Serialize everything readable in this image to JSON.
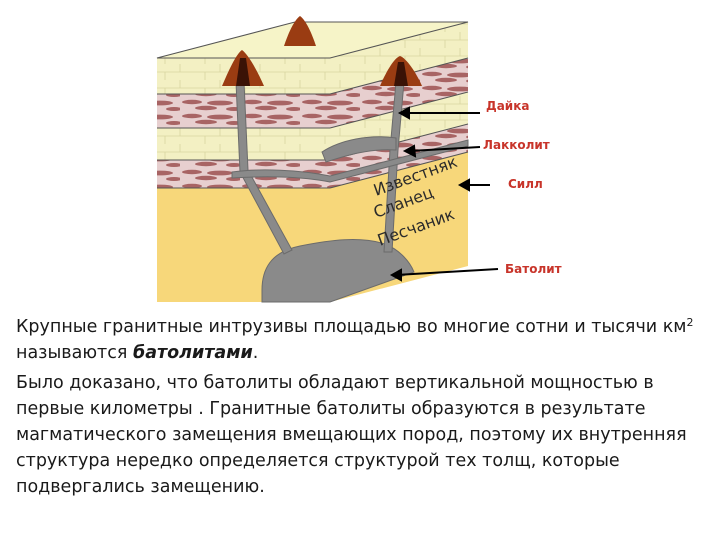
{
  "diagram": {
    "labels": {
      "dyke": "Дайка",
      "laccolith": "Лакколит",
      "sill": "Силл",
      "batholith": "Батолит"
    },
    "rock_labels": {
      "limestone": "Известняк",
      "shale": "Сланец",
      "sandstone": "Песчаник"
    },
    "colors": {
      "label_red": "#c8342a",
      "limestone": "#f3f0c3",
      "shale": "#e7cfcf",
      "shale_lens": "#a86464",
      "sandstone": "#f7d77a",
      "intrusion": "#8a8a8a",
      "volcano": "#9a3c12",
      "top_face": "#f6f4c8"
    }
  },
  "text": {
    "p1_a": "Крупные гранитные интрузивы площадью во многие сотни и тысячи км",
    "p1_sup": "2",
    "p1_b": " называются ",
    "p1_em": "батолитами",
    "p1_c": ".",
    "p2": "Было доказано, что батолиты обладают вертикальной мощностью в первые километры . Гранитные батолиты образуются в результате магматического замещения вмещающих пород, поэтому их внутренняя структура нередко определяется структурой тех толщ, которые подвергались замещению."
  }
}
